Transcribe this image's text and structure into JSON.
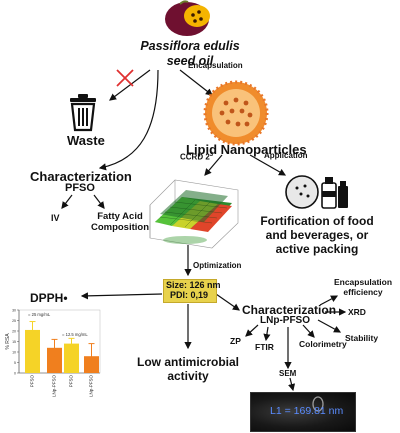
{
  "source": {
    "line1": "Passiflora edulis",
    "line2": "seed oil"
  },
  "labels": {
    "waste": "Waste",
    "encapsulation": "Encapsulation",
    "lipid_np": "Lipid Nanoparticles",
    "char_title": "Characterization",
    "char_sub": "PFSO",
    "iv": "IV",
    "fatty_acid_1": "Fatty Acid",
    "fatty_acid_2": "Composition",
    "ccrd": "CCRD 2",
    "ccrd_sup": "3",
    "application": "Application",
    "fortification_1": "Fortification of food",
    "fortification_2": "and beverages, or",
    "fortification_3": "active packing",
    "optimization": "Optimization",
    "dpph": "DPPH•",
    "size": "Size: 126 nm",
    "pdi": "PDI: 0,19",
    "low_anti_1": "Low antimicrobial",
    "low_anti_2": "activity",
    "char2_title": "Characterization",
    "char2_sub": "LNp-PFSO",
    "encaps_eff_1": "Encapsulation",
    "encaps_eff_2": "efficiency",
    "xrd": "XRD",
    "zp": "ZP",
    "ftir": "FTIR",
    "colorimetry": "Colorimetry",
    "stability": "Stability",
    "sem": "SEM",
    "sem_measure": "L1 = 169.81 nm"
  },
  "chart_data": {
    "type": "bar",
    "ylabel": "% RSA",
    "ylim": [
      0,
      30
    ],
    "yticks": [
      "0",
      "5",
      "10",
      "15",
      "20",
      "25",
      "30"
    ],
    "group_labels": [
      "= 25 mg/mL",
      "= 12.5 mg/mL"
    ],
    "categories": [
      "PFSO",
      "LNp-PFSO",
      "PFSO",
      "LNp-PFSO"
    ],
    "values": [
      20.5,
      12,
      14,
      8
    ],
    "errors": [
      4,
      4,
      2.5,
      6
    ],
    "colors": [
      "#f5d327",
      "#f07f1e",
      "#f5d327",
      "#f07f1e"
    ]
  }
}
